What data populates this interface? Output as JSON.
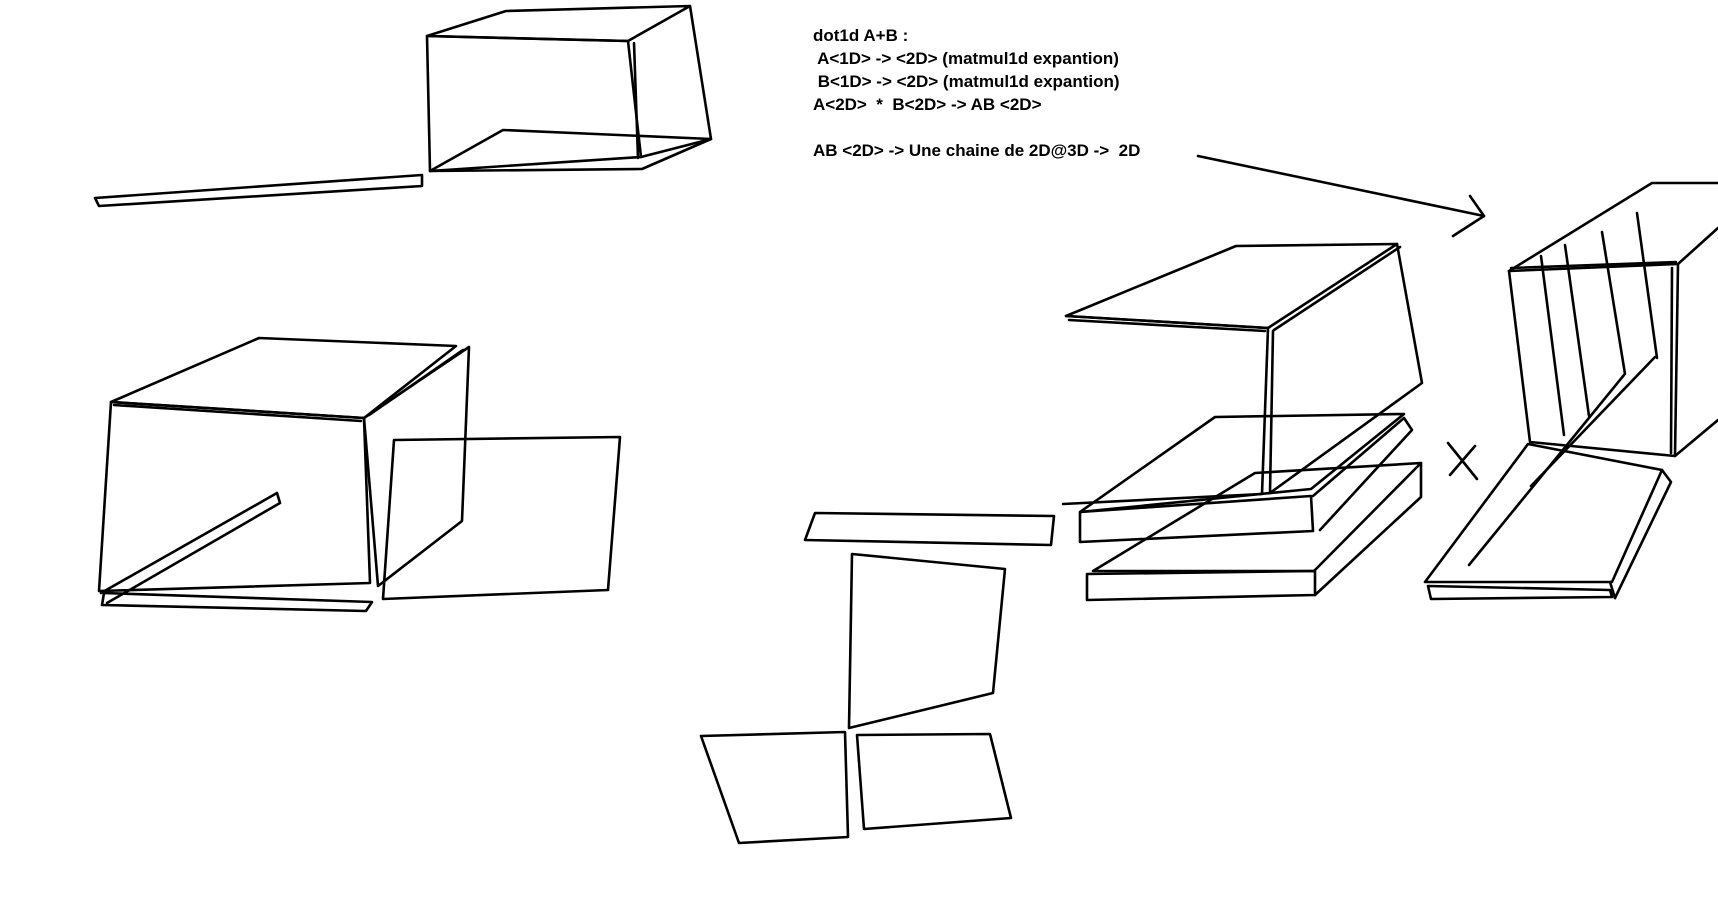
{
  "note": {
    "lines": [
      "dot1d A+B :",
      " A<1D> -> <2D> (matmul1d expantion)",
      " B<1D> -> <2D> (matmul1d expantion)",
      "A<2D>  *  B<2D> -> AB <2D>",
      "",
      "AB <2D> -> Une chaine de 2D@3D ->  2D"
    ]
  },
  "colors": {
    "stroke": "#000000",
    "background": "#ffffff"
  }
}
